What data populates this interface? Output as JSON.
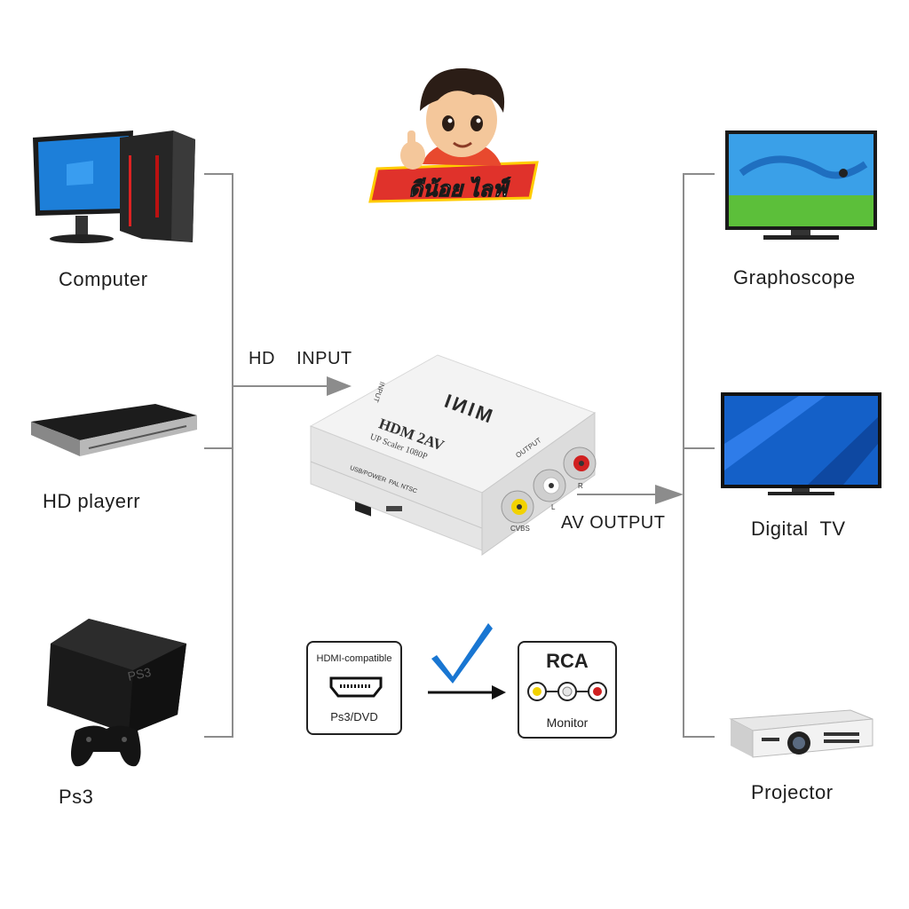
{
  "logo": {
    "text": "ดีน้อย ไลฟ์"
  },
  "sources": [
    {
      "label": "Computer",
      "icon": "computer-icon"
    },
    {
      "label": "HD playerr",
      "icon": "hd-player-icon"
    },
    {
      "label": "Ps3",
      "icon": "ps3-icon"
    }
  ],
  "outputs": [
    {
      "label": "Graphoscope",
      "icon": "tv-icon"
    },
    {
      "label": "Digital  TV",
      "icon": "digital-tv-icon"
    },
    {
      "label": "Projector",
      "icon": "projector-icon"
    }
  ],
  "input_label": "HD    INPUT",
  "output_label": "AV OUTPUT",
  "device": {
    "brand": "MINI",
    "model": "HDM 2AV",
    "subtitle": "UP Scaler 1080P",
    "input_port": "INPUT",
    "output_port": "OUTPUT",
    "usb_label": "USB/POWER",
    "pal_ntsc": "PAL NTSC",
    "cvbs": "CVBS",
    "l": "L",
    "r": "R"
  },
  "bottom": {
    "left_box_title": "HDMI-compatible",
    "left_box_sub": "Ps3/DVD",
    "right_box_title": "RCA",
    "right_box_sub": "Monitor",
    "colors": {
      "check": "#1976d2",
      "yellow": "#f2d200",
      "white": "#e6e6e6",
      "red": "#d02020"
    }
  }
}
